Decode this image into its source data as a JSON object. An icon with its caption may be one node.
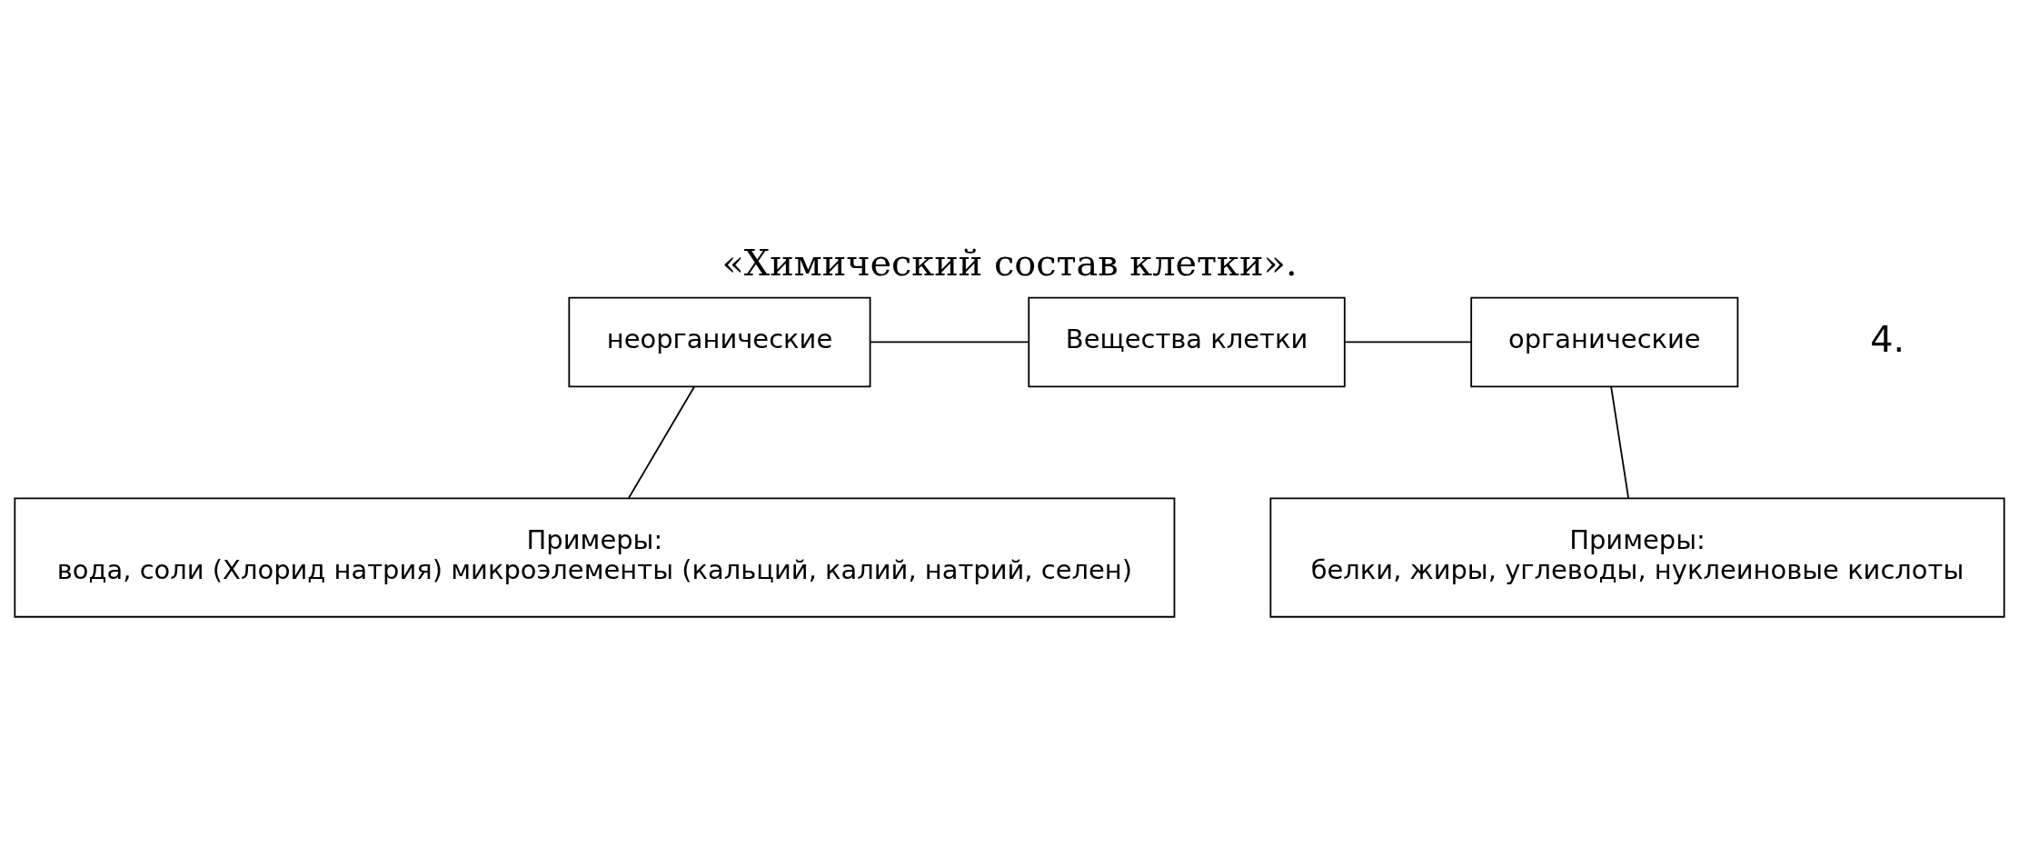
{
  "diagram": {
    "title": "«Химический состав клетки».",
    "nodes": [
      {
        "text": [
          "неорганические"
        ]
      },
      {
        "text": [
          "Вещества клетки"
        ]
      },
      {
        "text": [
          "органические"
        ]
      },
      {
        "text": [
          "Примеры:",
          "вода, соли (Хлорид натрия) микроэлементы (кальций, калий, натрий, селен)"
        ]
      },
      {
        "text": [
          "Примеры:",
          "белки, жиры, углеводы, нуклеиновые кислоты"
        ]
      }
    ],
    "edges": [
      {
        "from": 0,
        "to": 1,
        "arrow": "none"
      },
      {
        "from": 1,
        "to": 2,
        "arrow": "none"
      },
      {
        "from": 0,
        "to": 3,
        "arrow": "none"
      },
      {
        "from": 2,
        "to": 4,
        "arrow": "none"
      }
    ],
    "labels": [
      "4."
    ]
  }
}
